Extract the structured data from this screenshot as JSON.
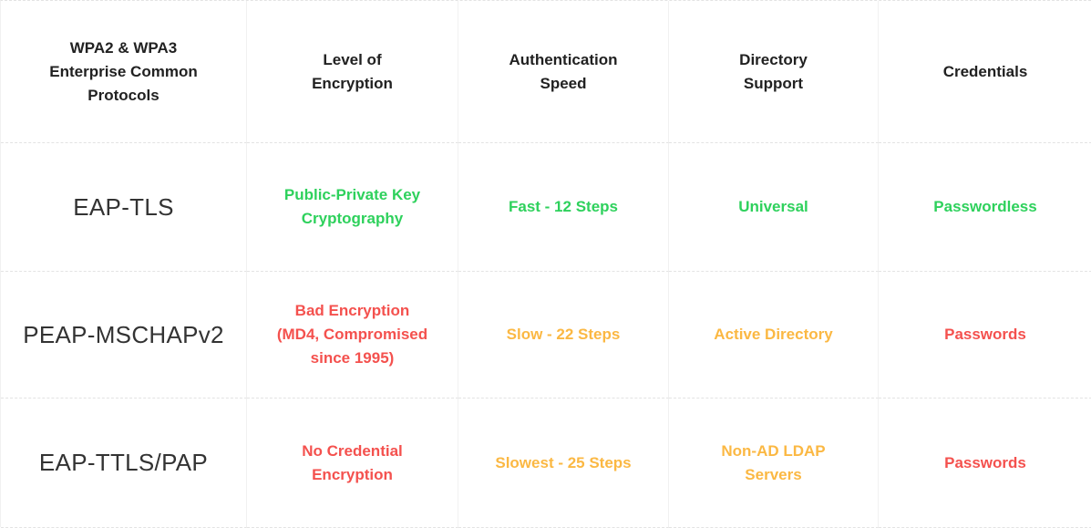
{
  "chart_data": {
    "type": "table",
    "title": "WPA2 & WPA3 Enterprise Common Protocols",
    "columns": [
      "WPA2 & WPA3 Enterprise Common Protocols",
      "Level of Encryption",
      "Authentication Speed",
      "Directory Support",
      "Credentials"
    ],
    "rows": [
      [
        "EAP-TLS",
        "Public-Private Key Cryptography",
        "Fast - 12 Steps",
        "Universal",
        "Passwordless"
      ],
      [
        "PEAP-MSCHAPv2",
        "Bad Encryption (MD4, Compromised since 1995)",
        "Slow - 22 Steps",
        "Active Directory",
        "Passwords"
      ],
      [
        "EAP-TTLS/PAP",
        "No Credential Encryption",
        "Slowest - 25 Steps",
        "Non-AD LDAP Servers",
        "Passwords"
      ]
    ],
    "legend_position": "none",
    "grid": true
  },
  "colors": {
    "good": "#2ed15c",
    "warn": "#fbb843",
    "bad": "#f4514e",
    "header_text": "#212121",
    "protocol_text": "#333333",
    "border_solid": "#f1f1f1",
    "border_dashed": "#e3e3e3"
  },
  "table": {
    "headers": [
      {
        "label": "WPA2 & WPA3\nEnterprise Common\nProtocols"
      },
      {
        "label": "Level of\nEncryption"
      },
      {
        "label": "Authentication\nSpeed"
      },
      {
        "label": "Directory\nSupport"
      },
      {
        "label": "Credentials"
      }
    ],
    "rows": [
      {
        "protocol": "EAP-TLS",
        "cells": [
          {
            "text": "Public-Private Key\nCryptography",
            "status": "good",
            "color": "#2ed15c"
          },
          {
            "text": "Fast - 12 Steps",
            "status": "good",
            "color": "#2ed15c"
          },
          {
            "text": "Universal",
            "status": "good",
            "color": "#2ed15c"
          },
          {
            "text": "Passwordless",
            "status": "good",
            "color": "#2ed15c"
          }
        ]
      },
      {
        "protocol": "PEAP-MSCHAPv2",
        "cells": [
          {
            "text": "Bad Encryption\n(MD4, Compromised\nsince 1995)",
            "status": "bad",
            "color": "#f4514e"
          },
          {
            "text": "Slow - 22 Steps",
            "status": "warn",
            "color": "#fbb843"
          },
          {
            "text": "Active Directory",
            "status": "warn",
            "color": "#fbb843"
          },
          {
            "text": "Passwords",
            "status": "bad",
            "color": "#f4514e"
          }
        ]
      },
      {
        "protocol": "EAP-TTLS/PAP",
        "cells": [
          {
            "text": "No Credential\nEncryption",
            "status": "bad",
            "color": "#f4514e"
          },
          {
            "text": "Slowest - 25 Steps",
            "status": "warn",
            "color": "#fbb843"
          },
          {
            "text": "Non-AD LDAP\nServers",
            "status": "warn",
            "color": "#fbb843"
          },
          {
            "text": "Passwords",
            "status": "bad",
            "color": "#f4514e"
          }
        ]
      }
    ]
  }
}
